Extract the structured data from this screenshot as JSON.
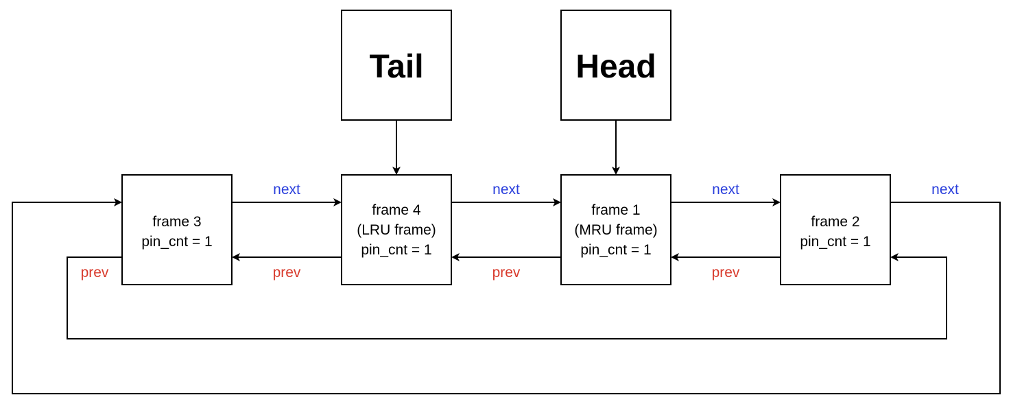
{
  "pointers": {
    "tail": {
      "label": "Tail"
    },
    "head": {
      "label": "Head"
    }
  },
  "frames": {
    "frame3": {
      "lines": [
        "frame 3",
        "pin_cnt = 1"
      ]
    },
    "frame4": {
      "lines": [
        "frame 4",
        "(LRU frame)",
        "pin_cnt = 1"
      ]
    },
    "frame1": {
      "lines": [
        "frame 1",
        "(MRU frame)",
        "pin_cnt = 1"
      ]
    },
    "frame2": {
      "lines": [
        "frame 2",
        "pin_cnt = 1"
      ]
    }
  },
  "links": {
    "next_label": "next",
    "prev_label": "prev"
  },
  "colors": {
    "next": "#2a3fdc",
    "prev": "#d83a2c",
    "line": "#000000"
  }
}
